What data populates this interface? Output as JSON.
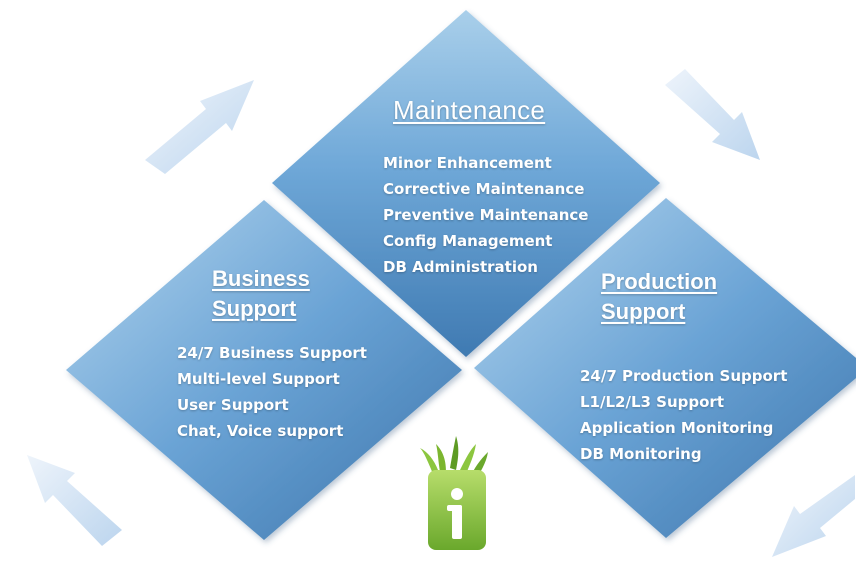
{
  "colors": {
    "diamond_light": "#a8cde9",
    "diamond_mid": "#5f9bd0",
    "diamond_dark": "#3c76ae",
    "arrow": "#c9dcf1",
    "logo_green": "#8bc53f",
    "logo_dark_green": "#4e8a1e"
  },
  "icons": {
    "arrow_top_left": "arrow-up-right-icon",
    "arrow_top_right": "arrow-down-right-icon",
    "arrow_bottom_left": "arrow-up-left-icon",
    "arrow_bottom_right": "arrow-down-left-icon",
    "logo": "grass-info-logo"
  },
  "maintenance": {
    "title": "Maintenance",
    "items": [
      "Minor Enhancement",
      "Corrective Maintenance",
      "Preventive Maintenance",
      "Config Management",
      "DB Administration"
    ]
  },
  "business": {
    "title_line1": "Business",
    "title_line2": "Support",
    "items": [
      "24/7 Business Support",
      "Multi-level Support",
      "User Support",
      "Chat, Voice support"
    ]
  },
  "production": {
    "title_line1": "Production",
    "title_line2": "Support",
    "items": [
      "24/7 Production Support",
      "L1/L2/L3 Support",
      "Application Monitoring",
      "DB Monitoring"
    ]
  },
  "logo": {
    "glyph": "i"
  }
}
